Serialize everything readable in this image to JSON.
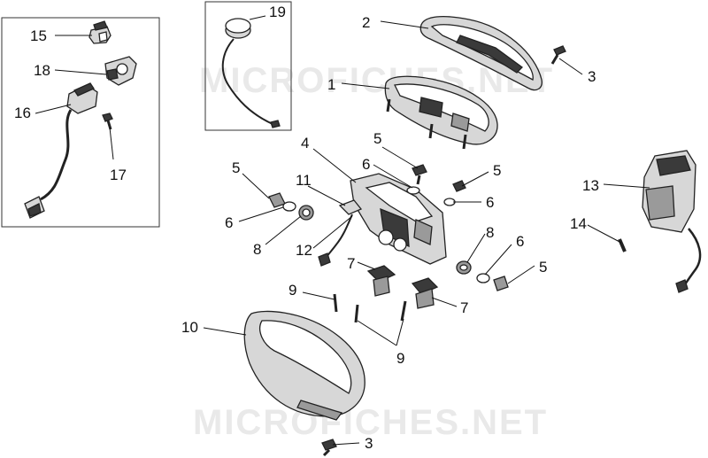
{
  "watermark": "MICROFICHES.NET",
  "colors": {
    "ink": "#111111",
    "part_fill": "#cfcfcf",
    "part_dark": "#3a3a3a",
    "watermark": "#e9e9e9"
  },
  "callouts": {
    "c1": "1",
    "c2": "2",
    "c3a": "3",
    "c3b": "3",
    "c4": "4",
    "c5a": "5",
    "c5b": "5",
    "c5c": "5",
    "c5d": "5",
    "c6a": "6",
    "c6b": "6",
    "c6c": "6",
    "c6d": "6",
    "c7a": "7",
    "c7b": "7",
    "c8a": "8",
    "c8b": "8",
    "c9a": "9",
    "c9b": "9",
    "c10": "10",
    "c11": "11",
    "c12": "12",
    "c13": "13",
    "c14": "14",
    "c15": "15",
    "c16": "16",
    "c17": "17",
    "c18": "18",
    "c19": "19"
  }
}
